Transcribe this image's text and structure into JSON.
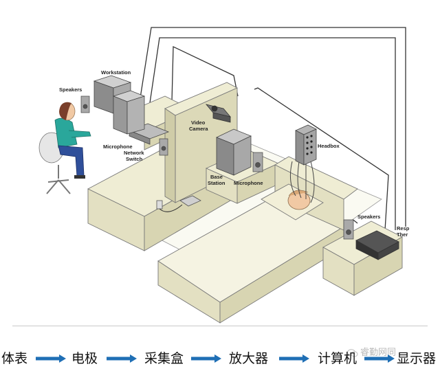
{
  "scene": {
    "labels": {
      "workstation": "Workstation",
      "speakers_left": "Speakers",
      "microphone_left": "Microphone",
      "network": "Network",
      "switch": "Switch",
      "video": "Video",
      "camera": "Camera",
      "base": "Base",
      "station": "Station",
      "microphone_right": "Microphone",
      "headbox": "Headbox",
      "speakers_right": "Speakers",
      "resp": "Resp",
      "ther": "Ther"
    }
  },
  "flow": {
    "steps": [
      "体表",
      "电极",
      "采集盒",
      "放大器",
      "计算机",
      "显示器"
    ],
    "arrow_color": "#1f6fb5"
  },
  "watermark": {
    "text": "睿勤网同"
  }
}
